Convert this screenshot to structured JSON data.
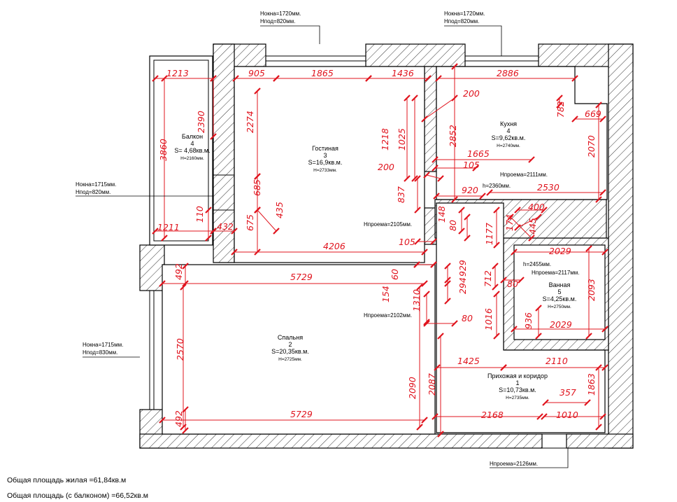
{
  "rooms": [
    {
      "id": "balcony",
      "name": "Балкон",
      "num": "4",
      "area": "S= 4,68кв.м.",
      "height": "H=2160мм."
    },
    {
      "id": "living",
      "name": "Гостиная",
      "num": "3",
      "area": "S=16,9кв.м.",
      "height": "H=2733мм."
    },
    {
      "id": "kitchen",
      "name": "Кухня",
      "num": "4",
      "area": "S=9,62кв.м.",
      "height": "H=2740мм."
    },
    {
      "id": "bathroom",
      "name": "Ванная",
      "num": "5",
      "area": "S=4,25кв.м.",
      "height": "H=2750мм."
    },
    {
      "id": "bedroom",
      "name": "Спальня",
      "num": "2",
      "area": "S=20,35кв.м.",
      "height": "H=2725мм."
    },
    {
      "id": "hallway",
      "name": "Прихожая и коридор",
      "num": "1",
      "area": "S=10,73кв.м.",
      "height": "H=2735мм."
    }
  ],
  "notes": [
    {
      "id": "win-top-left",
      "l1": "Нокна=1720мм.",
      "l2": "Нпод=820мм."
    },
    {
      "id": "win-top-right",
      "l1": "Нокна=1720мм.",
      "l2": "Нпод=820мм."
    },
    {
      "id": "win-left-mid",
      "l1": "Нокна=1715мм.",
      "l2": "Нпод=820мм."
    },
    {
      "id": "win-left-low",
      "l1": "Нокна=1715мм.",
      "l2": "Нпод=830мм."
    },
    {
      "id": "door-bottom",
      "l1": "Нпроема=2126мм."
    },
    {
      "id": "door-kitchen",
      "l1": "Нпроема=2111мм."
    },
    {
      "id": "door-living",
      "l1": "Нпроема=2105мм."
    },
    {
      "id": "door-bedroom",
      "l1": "Нпроема=2102мм."
    },
    {
      "id": "door-bath",
      "l1": "Нпроема=2117мм."
    },
    {
      "id": "h-corr",
      "l1": "h=2360мм."
    },
    {
      "id": "h-bath",
      "l1": "h=2455мм."
    }
  ],
  "dimensions": [
    "1213",
    "905",
    "1865",
    "1436",
    "2886",
    "200",
    "782",
    "669",
    "2390",
    "3860",
    "2274",
    "1218",
    "1025",
    "2852",
    "2070",
    "1665",
    "105",
    "200",
    "920",
    "2530",
    "837",
    "685",
    "435",
    "675",
    "1211",
    "110",
    "432",
    "4206",
    "105",
    "148",
    "80",
    "1177",
    "174",
    "445",
    "400",
    "2029",
    "5729",
    "492",
    "154",
    "60",
    "929",
    "294",
    "712",
    "80",
    "1310",
    "2093",
    "936",
    "2029",
    "80",
    "1016",
    "1425",
    "2110",
    "2570",
    "2090",
    "2087",
    "357",
    "1863",
    "5729",
    "492",
    "2168",
    "1010"
  ],
  "totals": {
    "living": "Общая площадь жилая =61,84кв.м",
    "with_balcony": "Общая площадь (с балконом) =66,52кв.м"
  },
  "colors": {
    "dimension": "#e0141e",
    "wall": "#000000"
  }
}
